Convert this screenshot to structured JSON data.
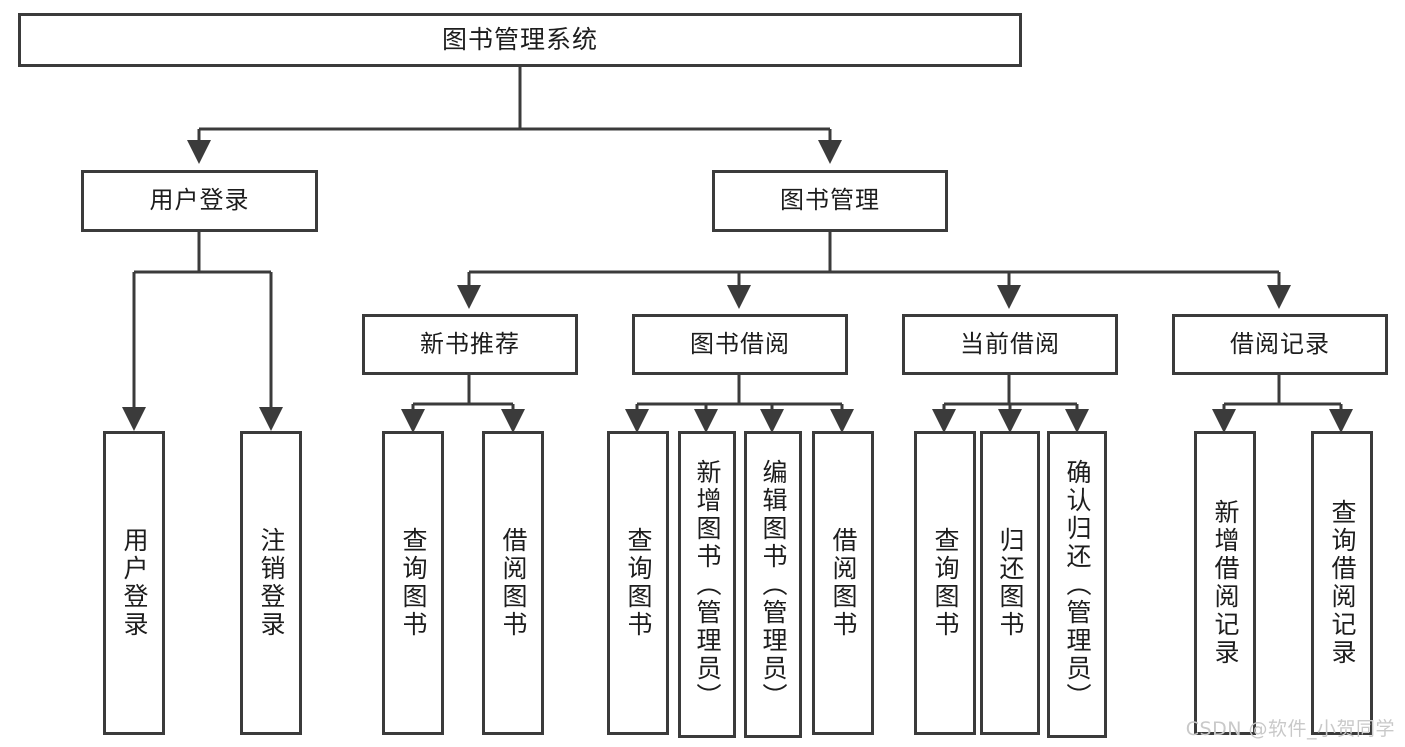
{
  "diagram": {
    "title": "图书管理系统",
    "type": "tree",
    "watermark": "CSDN @软件_小贺同学",
    "colors": {
      "box_border": "#3b3b3b",
      "box_fill": "#ffffff",
      "connector": "#3b3b3b",
      "text": "#1d1d1d",
      "watermark": "#c9c9c9"
    },
    "root": {
      "id": "root",
      "label": "图书管理系统"
    },
    "level2": [
      {
        "id": "user-login",
        "label": "用户登录"
      },
      {
        "id": "book-manage",
        "label": "图书管理"
      }
    ],
    "level3": [
      {
        "id": "new-book-rec",
        "label": "新书推荐"
      },
      {
        "id": "book-borrow",
        "label": "图书借阅"
      },
      {
        "id": "current-borrow",
        "label": "当前借阅"
      },
      {
        "id": "borrow-record",
        "label": "借阅记录"
      }
    ],
    "leaves": {
      "user_login": [
        {
          "id": "leaf-user-login",
          "label": "用户登录"
        },
        {
          "id": "leaf-logout",
          "label": "注销登录"
        }
      ],
      "new_book_rec": [
        {
          "id": "leaf-query-book-1",
          "label": "查询图书"
        },
        {
          "id": "leaf-borrow-book-1",
          "label": "借阅图书"
        }
      ],
      "book_borrow": [
        {
          "id": "leaf-query-book-2",
          "label": "查询图书"
        },
        {
          "id": "leaf-add-book",
          "label": "新增图书（管理员）"
        },
        {
          "id": "leaf-edit-book",
          "label": "编辑图书（管理员）"
        },
        {
          "id": "leaf-borrow-book-2",
          "label": "借阅图书"
        }
      ],
      "current_borrow": [
        {
          "id": "leaf-query-book-3",
          "label": "查询图书"
        },
        {
          "id": "leaf-return-book",
          "label": "归还图书"
        },
        {
          "id": "leaf-confirm-return",
          "label": "确认归还（管理员）"
        }
      ],
      "borrow_record": [
        {
          "id": "leaf-add-record",
          "label": "新增借阅记录"
        },
        {
          "id": "leaf-query-record",
          "label": "查询借阅记录"
        }
      ]
    }
  }
}
